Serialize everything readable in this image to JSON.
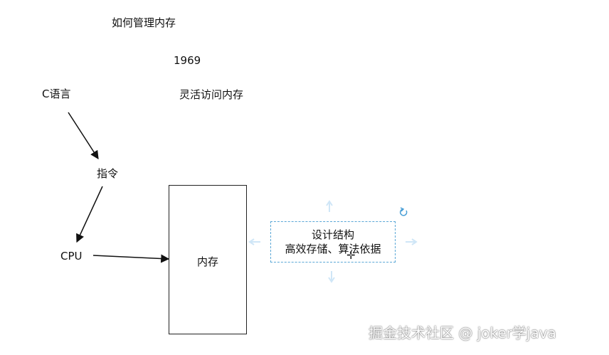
{
  "diagram": {
    "title": "如何管理内存",
    "year": "1969",
    "subtitle": "灵活访问内存",
    "nodes": {
      "c_language": "C语言",
      "instruction": "指令",
      "cpu": "CPU",
      "memory": "内存"
    },
    "selected_box": {
      "line1": "设计结构",
      "line2": "高效存储、算法依据"
    }
  },
  "watermark": "掘金技术社区 @ joker学java",
  "colors": {
    "stroke": "#111111",
    "selection": "#5aa7d6",
    "handle": "#cfe6f7",
    "text": "#111111"
  },
  "icons": {
    "rotate": "rotate-icon",
    "move_cursor": "move-cursor-icon"
  }
}
